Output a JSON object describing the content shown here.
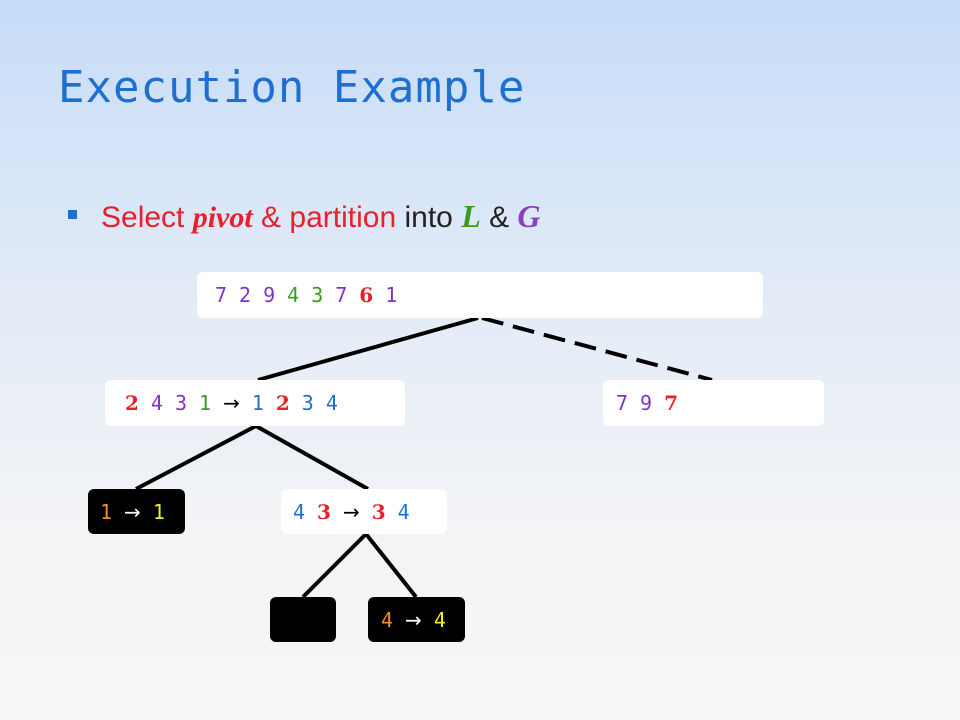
{
  "slide": {
    "title": "Execution Example",
    "bullet": {
      "part1": "Select ",
      "pivot_word": "pivot",
      "part2": " & ",
      "part3": "partition",
      "part4": " into ",
      "L": "L",
      "part5": " & ",
      "G": "G"
    }
  },
  "tree": {
    "root": {
      "n1": "7",
      "n2": "2",
      "n3": "9",
      "n4": "4",
      "n5": "3",
      "n6": "7",
      "pivot": "6",
      "n8": "1"
    },
    "left": {
      "in_pivot": "2",
      "in2": "4",
      "in3": "3",
      "in4": "1",
      "arrow": "→",
      "out1": "1",
      "out_pivot": "2",
      "out3": "3",
      "out4": "4"
    },
    "right": {
      "n1": "7",
      "n2": "9",
      "pivot": "7"
    },
    "left_left": {
      "in": "1",
      "arrow": "→",
      "out": "1"
    },
    "left_right": {
      "in1": "4",
      "in_pivot": "3",
      "arrow": "→",
      "out_pivot": "3",
      "out2": "4"
    },
    "lr_left": {},
    "lr_right": {
      "in": "4",
      "arrow": "→",
      "out": "4"
    }
  },
  "colors": {
    "title": "#1d6fd0",
    "pivot": "#e8202a",
    "purple": "#8033cc",
    "green": "#3a9a22",
    "blue": "#1d6fd0",
    "orange": "#e8902a",
    "yellow": "#f5ee1a"
  }
}
